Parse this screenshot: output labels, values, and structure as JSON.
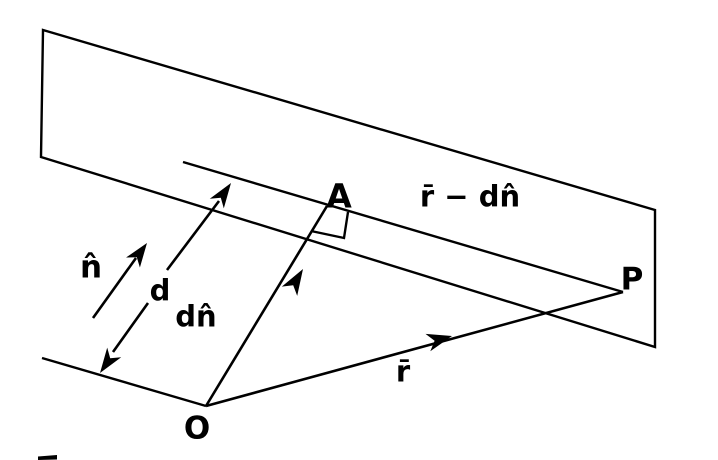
{
  "figure": {
    "description": "Vector diagram of a plane: perpendicular distance d from origin O along unit normal, with point P on the plane",
    "colors": {
      "line": "#000000",
      "background": "#ffffff"
    },
    "labels": {
      "unit_normal": "n̂",
      "distance": "d",
      "d_times_nhat": "dn̂",
      "origin_point": "O",
      "foot_point": "A",
      "plane_point": "P",
      "position_vector": "r̄",
      "difference_vector": "r̄ − dn̂"
    }
  }
}
